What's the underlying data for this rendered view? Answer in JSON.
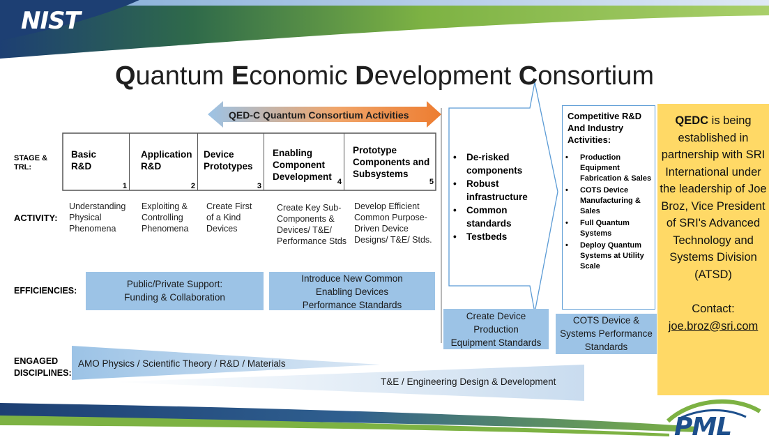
{
  "header": {
    "logo_text": "NIST",
    "title_parts": [
      {
        "bold": "Q",
        "rest": "uantum "
      },
      {
        "bold": "E",
        "rest": "conomic "
      },
      {
        "bold": "D",
        "rest": "evelopment "
      },
      {
        "bold": "C",
        "rest": "onsortium"
      }
    ]
  },
  "activities_arrow": {
    "label": "QED-C Quantum Consortium Activities"
  },
  "row_labels": {
    "stage": "STAGE & TRL:",
    "activity": "ACTIVITY:",
    "efficiencies": "EFFICIENCIES:",
    "engaged": "ENGAGED DISCIPLINES:"
  },
  "stages": [
    {
      "title": "Basic R&D",
      "num": "1"
    },
    {
      "title": "Application R&D",
      "num": "2"
    },
    {
      "title": "Device Prototypes",
      "num": "3"
    },
    {
      "title": "Enabling Component Development",
      "num": "4"
    },
    {
      "title": "Prototype Components and Subsystems",
      "num": "5"
    }
  ],
  "activities": [
    "Understanding Physical Phenomena",
    "Exploiting & Controlling Phenomena",
    "Create First of a Kind Devices",
    "Create Key Sub-Components & Devices/ T&E/ Performance Stds",
    "Develop Efficient Common Purpose-Driven Device Designs/ T&E/ Stds."
  ],
  "efficiencies": [
    "Public/Private Support: Funding & Collaboration",
    "Introduce New Common Enabling Devices Performance Standards",
    "Create Device Production Equipment Standards",
    "COTS Device & Systems Performance Standards"
  ],
  "outcomes": [
    "De-risked components",
    "Robust infrastructure",
    "Common standards",
    "Testbeds"
  ],
  "competitive": {
    "heading": "Competitive R&D And Industry Activities:",
    "items": [
      "Production Equipment Fabrication & Sales",
      "COTS Device Manufacturing & Sales",
      "Full Quantum Systems",
      "Deploy Quantum Systems at Utility Scale"
    ]
  },
  "side_note": {
    "bold": "QEDC",
    "text": " is being established in partnership with SRI International under the leadership of Joe Broz, Vice President of SRI's Advanced Technology and Systems Division (ATSD)",
    "contact_label": "Contact:",
    "email": "joe.broz@sri.com"
  },
  "disciplines": [
    "AMO Physics / Scientific Theory / R&D / Materials",
    "T&E / Engineering Design & Development"
  ],
  "footer": {
    "logo_text": "PML"
  },
  "colors": {
    "navy": "#1d3f73",
    "green": "#7db243",
    "light_blue": "#9cc3e6",
    "orange": "#ed7d31",
    "gold": "#ffd966"
  }
}
